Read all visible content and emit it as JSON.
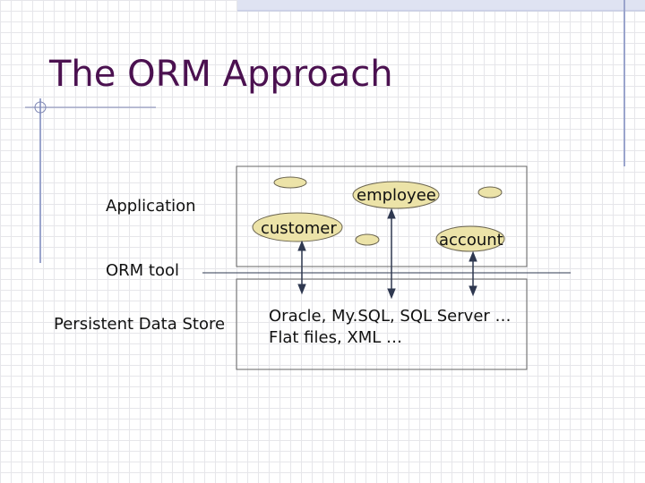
{
  "slide": {
    "title": "The ORM Approach"
  },
  "layers": {
    "application": "Application",
    "orm_tool": "ORM tool",
    "persistent_store": "Persistent Data Store"
  },
  "objects": {
    "employee": "employee",
    "customer": "customer",
    "account": "account"
  },
  "store": {
    "line1": "Oracle, My.SQL, SQL Server …",
    "line2": "Flat files, XML …"
  },
  "colors": {
    "title": "#4b1150",
    "object_fill": "#ece3a8",
    "object_stroke": "#6a6450",
    "arrow": "#2f3850",
    "box_stroke": "#666666",
    "accent": "#9aa4cc"
  }
}
